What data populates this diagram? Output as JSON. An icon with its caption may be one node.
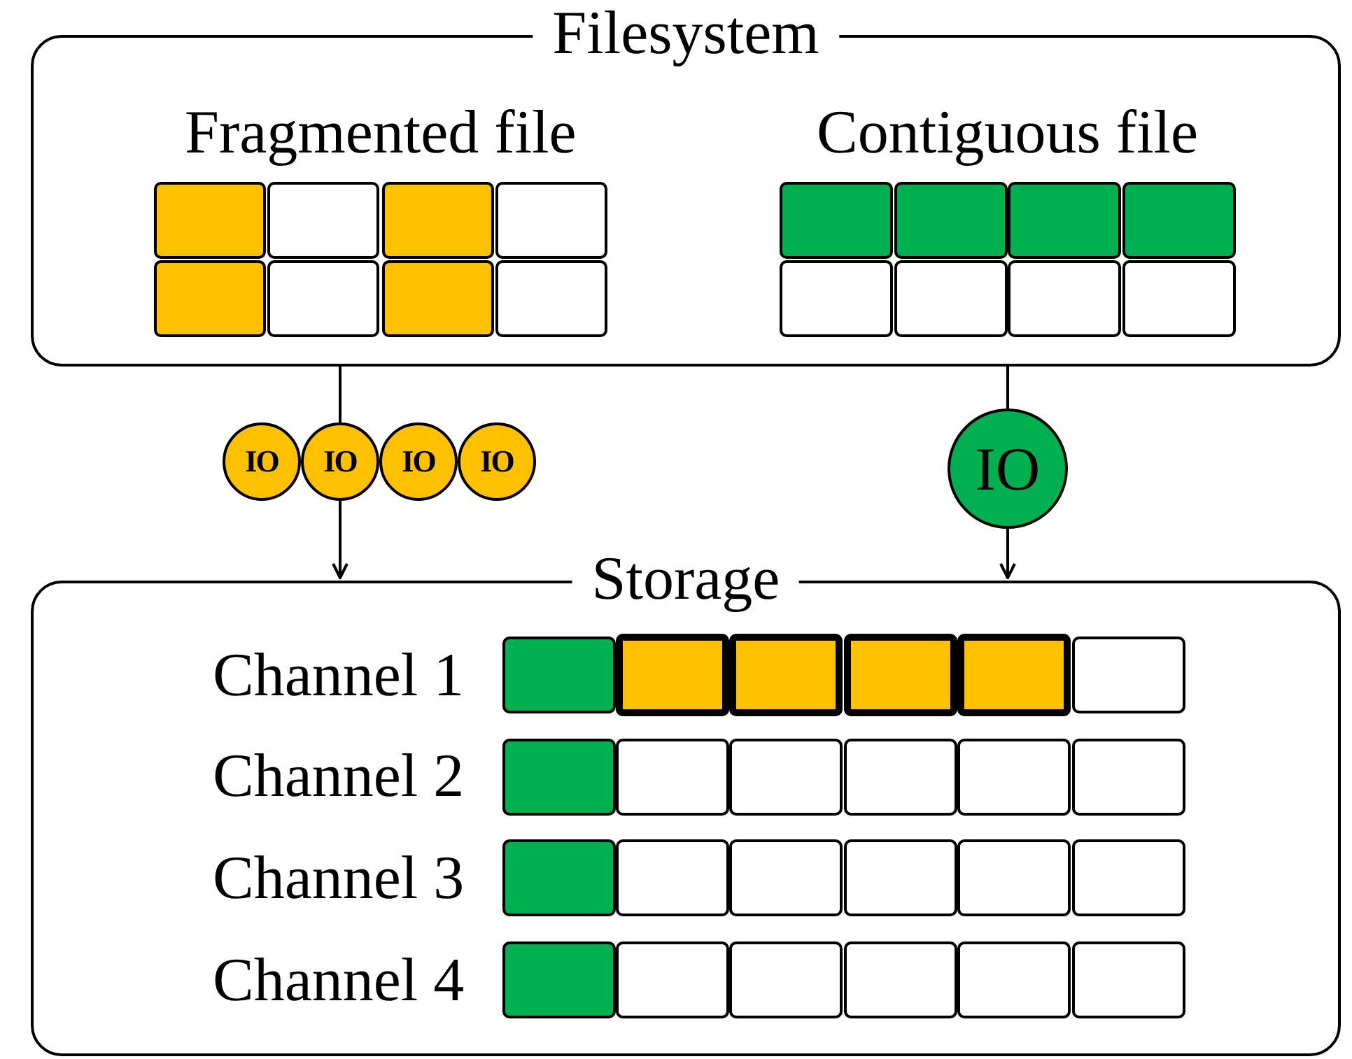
{
  "diagram": {
    "nodes": [
      {
        "text": [
          "Filesystem"
        ]
      },
      {
        "text": [
          "Storage"
        ]
      },
      {
        "text": [
          "IO"
        ]
      },
      {
        "text": [
          "IO"
        ]
      },
      {
        "text": [
          "IO"
        ]
      },
      {
        "text": [
          "IO"
        ]
      },
      {
        "text": [
          "IO"
        ]
      }
    ],
    "edges": [
      {
        "from": 0,
        "to": 3,
        "arrow": "none"
      },
      {
        "from": 3,
        "to": 1,
        "arrow": "to"
      },
      {
        "from": 0,
        "to": 6,
        "arrow": "none"
      },
      {
        "from": 6,
        "to": 1,
        "arrow": "to"
      }
    ],
    "labels": [
      "Fragmented file",
      "Contiguous file",
      "Channel 1",
      "Channel 2",
      "Channel 3",
      "Channel 4"
    ]
  }
}
